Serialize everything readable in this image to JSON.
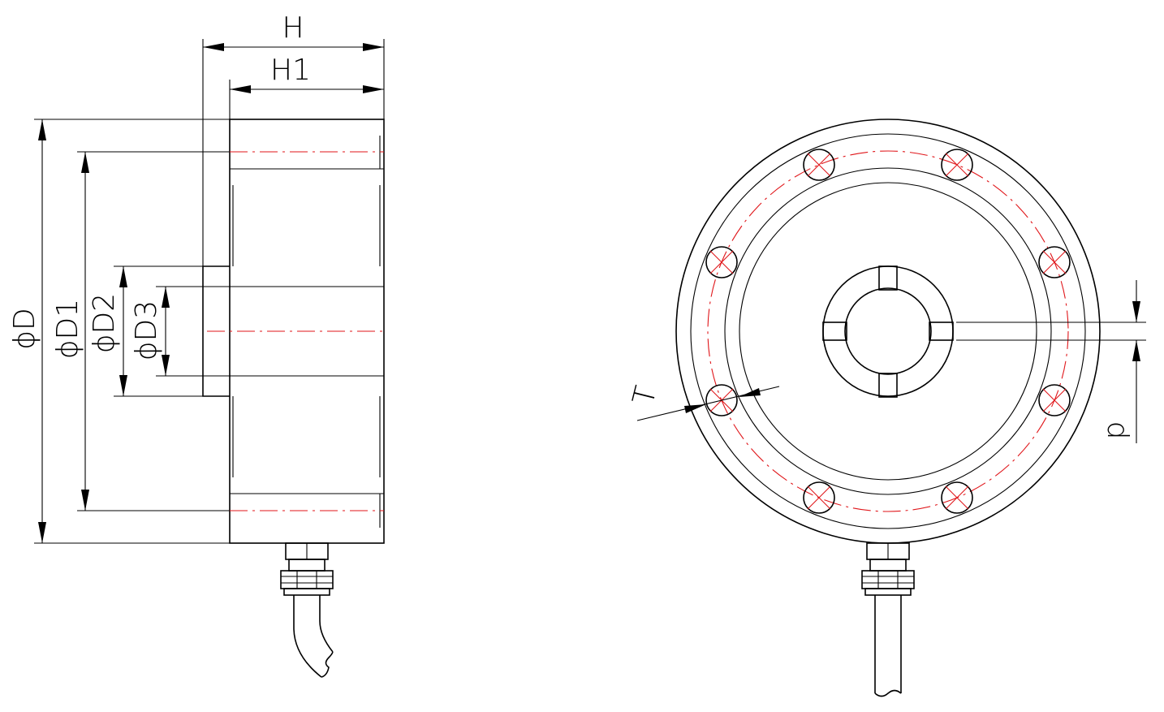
{
  "diagram": {
    "side_view": {
      "labels": {
        "H": "H",
        "H1": "H1",
        "D": "ϕD",
        "D1": "ϕD1",
        "D2": "ϕD2",
        "D3": "ϕD3"
      }
    },
    "front_view": {
      "labels": {
        "T": "T",
        "d": "d"
      }
    },
    "colors": {
      "outline": "#000000",
      "center_line": "#e0161a",
      "background": "#ffffff"
    }
  }
}
